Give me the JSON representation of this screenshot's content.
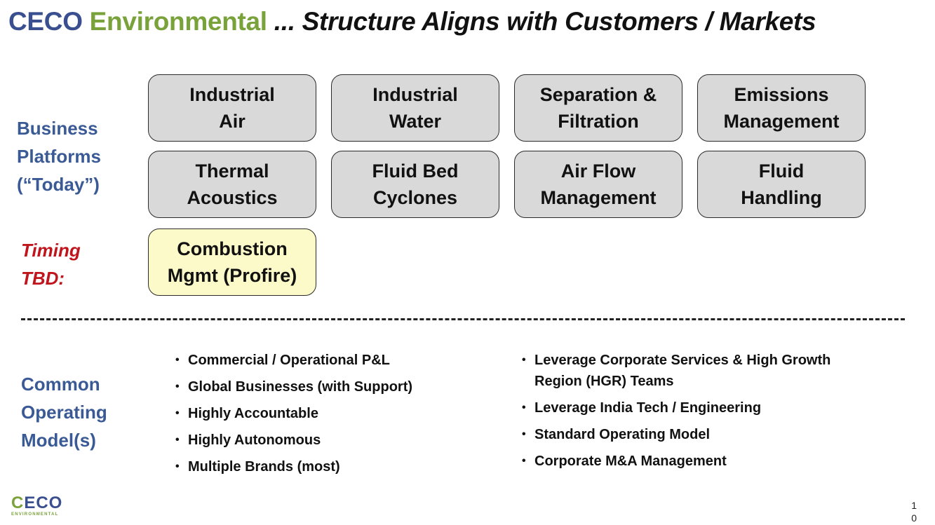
{
  "title": {
    "part1": "C",
    "part2": "ECO",
    "part3": " Environmental",
    "part4": " ... Structure Aligns with Customers / Markets"
  },
  "labels": {
    "business_platforms": [
      "Business",
      "Platforms",
      "(“Today”)"
    ],
    "timing": [
      "Timing",
      "TBD:"
    ],
    "common_operating": [
      "Common",
      "Operating",
      "Model(s)"
    ]
  },
  "platforms": [
    [
      "Industrial",
      "Air"
    ],
    [
      "Industrial",
      "Water"
    ],
    [
      "Separation &",
      "Filtration"
    ],
    [
      "Emissions",
      "Management"
    ],
    [
      "Thermal",
      "Acoustics"
    ],
    [
      "Fluid Bed",
      "Cyclones"
    ],
    [
      "Air Flow",
      "Management"
    ],
    [
      "Fluid",
      "Handling"
    ]
  ],
  "timing_platform": [
    "Combustion",
    "Mgmt (Profire)"
  ],
  "bullets_left": [
    "Commercial / Operational P&L",
    "Global Businesses (with Support)",
    "Highly Accountable",
    "Highly Autonomous",
    "Multiple Brands (most)"
  ],
  "bullets_right": [
    "Leverage Corporate Services & High Growth Region (HGR) Teams",
    "Leverage India Tech / Engineering",
    "Standard Operating Model",
    "Corporate M&A Management"
  ],
  "logo": {
    "main_c": "C",
    "main_rest": "ECO",
    "sub": "ENVIRONMENTAL"
  },
  "page_number": [
    "1",
    "0"
  ],
  "colors": {
    "brand_blue": "#3a4f8f",
    "brand_green": "#7aa23a",
    "label_blue": "#3a5a96",
    "timing_red": "#c0151c",
    "box_gray": "#d9d9d9",
    "box_yellow": "#fdfac9"
  }
}
